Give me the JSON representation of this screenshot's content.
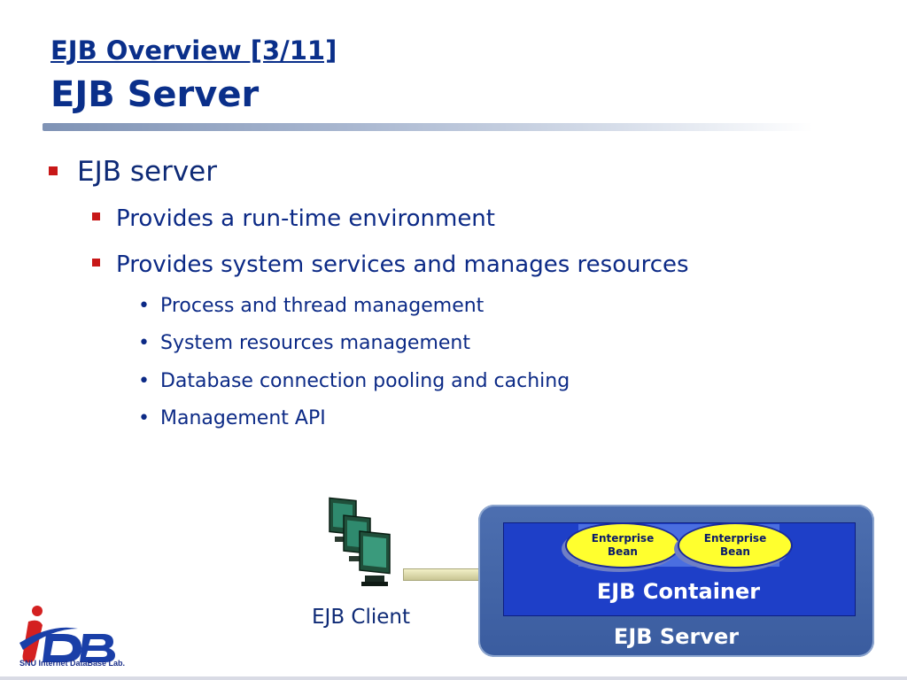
{
  "slide": {
    "title": "EJB Overview [3/11]",
    "subtitle": "EJB Server"
  },
  "bullets": {
    "l1": "EJB server",
    "l2": [
      "Provides a run-time environment",
      "Provides system services and manages resources"
    ],
    "l3": [
      "Process and thread management",
      "System resources management",
      "Database connection pooling and caching",
      "Management API"
    ]
  },
  "diagram": {
    "bean1": [
      "Enterprise",
      "Bean"
    ],
    "bean2": [
      "Enterprise",
      "Bean"
    ],
    "container_label": "EJB Container",
    "server_label": "EJB Server",
    "client_label": "EJB Client"
  },
  "logo": {
    "caption": "SNU Internet DataBase Lab."
  },
  "colors": {
    "title": "#0a2f8a",
    "bullet_square": "#c81818",
    "container": "#1e3fc8",
    "bean": "#ffff2e"
  }
}
